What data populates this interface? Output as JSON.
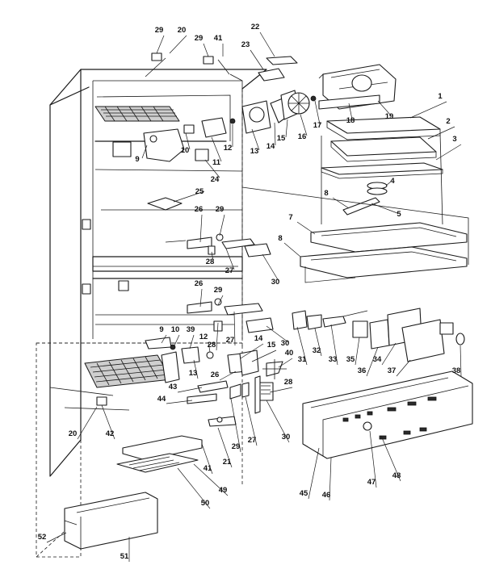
{
  "diagram": {
    "part_labels": [
      "29",
      "20",
      "29",
      "41",
      "22",
      "23",
      "1",
      "2",
      "3",
      "4",
      "5",
      "8",
      "7",
      "8",
      "13",
      "14",
      "15",
      "16",
      "17",
      "18",
      "19",
      "9",
      "10",
      "11",
      "12",
      "24",
      "25",
      "26",
      "29",
      "28",
      "27",
      "30",
      "26",
      "29",
      "9",
      "10",
      "39",
      "12",
      "28",
      "27",
      "14",
      "15",
      "30",
      "40",
      "13",
      "26",
      "28",
      "44",
      "43",
      "31",
      "32",
      "33",
      "35",
      "36",
      "34",
      "37",
      "38",
      "20",
      "42",
      "29",
      "27",
      "30",
      "21",
      "41",
      "49",
      "50",
      "45",
      "46",
      "47",
      "48",
      "52",
      "51"
    ]
  }
}
